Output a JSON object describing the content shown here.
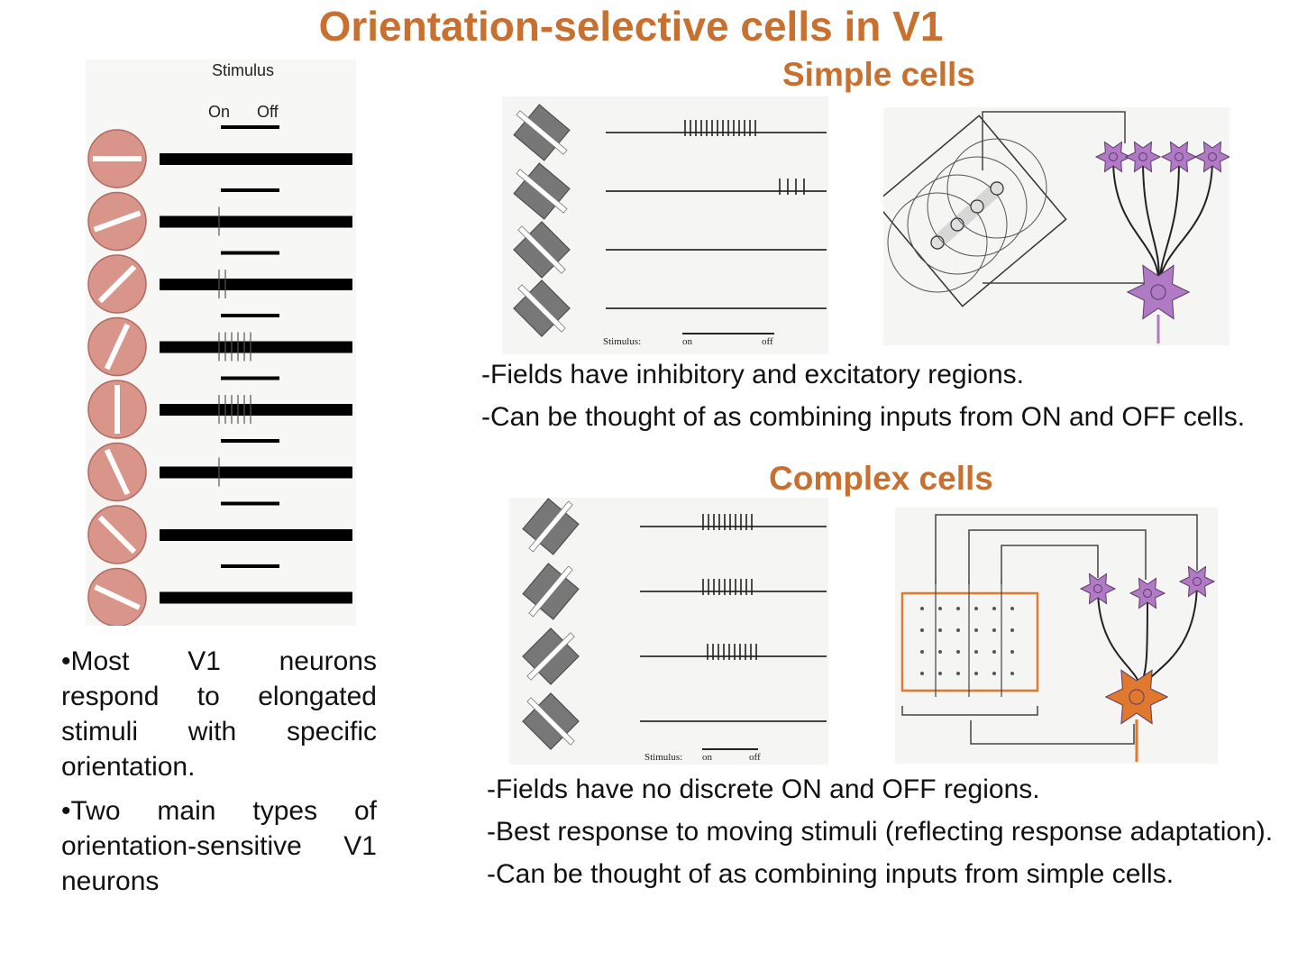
{
  "title": "Orientation-selective cells in V1",
  "left_panel": {
    "stimulus_label": "Stimulus",
    "on_label": "On",
    "off_label": "Off",
    "bullets": [
      "•Most V1 neurons respond to elongated stimuli with specific orientation.",
      "•Two main types of orientation-sensitive V1 neurons"
    ]
  },
  "simple_cells": {
    "heading": "Simple cells",
    "stimulus_caption": "Stimulus:",
    "on_label": "on",
    "off_label": "off",
    "points": [
      "-Fields have inhibitory and excitatory regions.",
      "-Can be thought of as combining inputs from ON and OFF cells."
    ]
  },
  "complex_cells": {
    "heading": "Complex cells",
    "stimulus_caption": "Stimulus:",
    "on_label": "on",
    "off_label": "off",
    "points": [
      "-Fields have no discrete ON and OFF regions.",
      "-Best response to moving stimuli (reflecting response adaptation).",
      "-Can be thought of as combining inputs from simple cells."
    ]
  },
  "colors": {
    "accent": "#c8702f",
    "disc_fill": "#d9958a",
    "neuron_purple": "#b07ac4",
    "neuron_orange": "#e0782e"
  }
}
